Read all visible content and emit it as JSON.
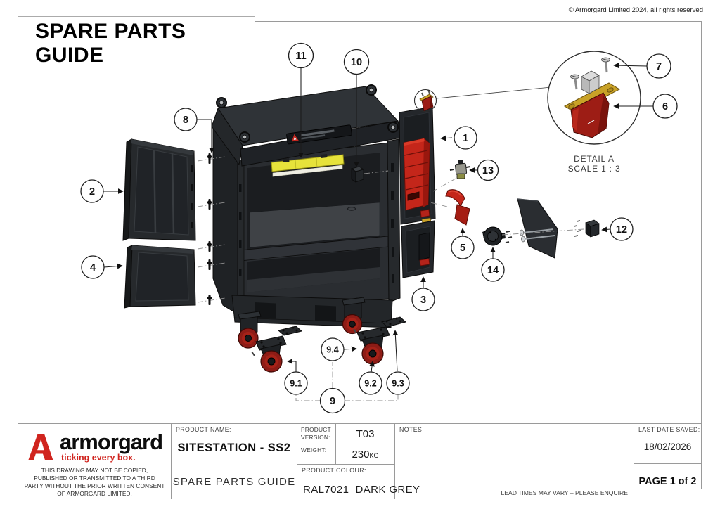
{
  "page": {
    "copyright": "© Armorgard Limited 2024, all rights reserved",
    "title": "SPARE PARTS GUIDE"
  },
  "drawing": {
    "detail_title": "DETAIL A",
    "detail_scale": "SCALE 1 : 3"
  },
  "callouts": [
    {
      "label": "1"
    },
    {
      "label": "2"
    },
    {
      "label": "3"
    },
    {
      "label": "4"
    },
    {
      "label": "5"
    },
    {
      "label": "6"
    },
    {
      "label": "7"
    },
    {
      "label": "8"
    },
    {
      "label": "9"
    },
    {
      "label": "10"
    },
    {
      "label": "11"
    },
    {
      "label": "12"
    },
    {
      "label": "13"
    },
    {
      "label": "14"
    },
    {
      "label": "9.1"
    },
    {
      "label": "9.2"
    },
    {
      "label": "9.3"
    },
    {
      "label": "9.4"
    }
  ],
  "title_block": {
    "brand": "armorgard",
    "tagline": "ticking every box.",
    "disclaimer": "THIS DRAWING MAY NOT BE COPIED, PUBLISHED OR TRANSMITTED TO A THIRD PARTY WITHOUT THE PRIOR WRITTEN CONSENT OF ARMORGARD LIMITED.",
    "product_name_label": "PRODUCT NAME:",
    "product_name": "SITESTATION - SS2",
    "doc_type": "SPARE PARTS GUIDE",
    "product_version_label": "PRODUCT VERSION:",
    "product_version": "T03",
    "weight_label": "WEIGHT:",
    "weight_value": "230",
    "weight_unit": "KG",
    "product_colour_label": "PRODUCT COLOUR:",
    "product_colour": "RAL7021  DARK GREY",
    "notes_label": "NOTES:",
    "lead_time_note": "LEAD TIMES MAY VARY – PLEASE ENQUIRE",
    "last_saved_label": "LAST DATE SAVED:",
    "last_saved_date": "18/02/2026",
    "page_number": "PAGE 1 of 2"
  },
  "colors": {
    "accent_red": "#c1272d",
    "cabinet_dark": "#26292c",
    "highlight_yellow": "#e6e23b",
    "detail_gold": "#c9a227"
  }
}
